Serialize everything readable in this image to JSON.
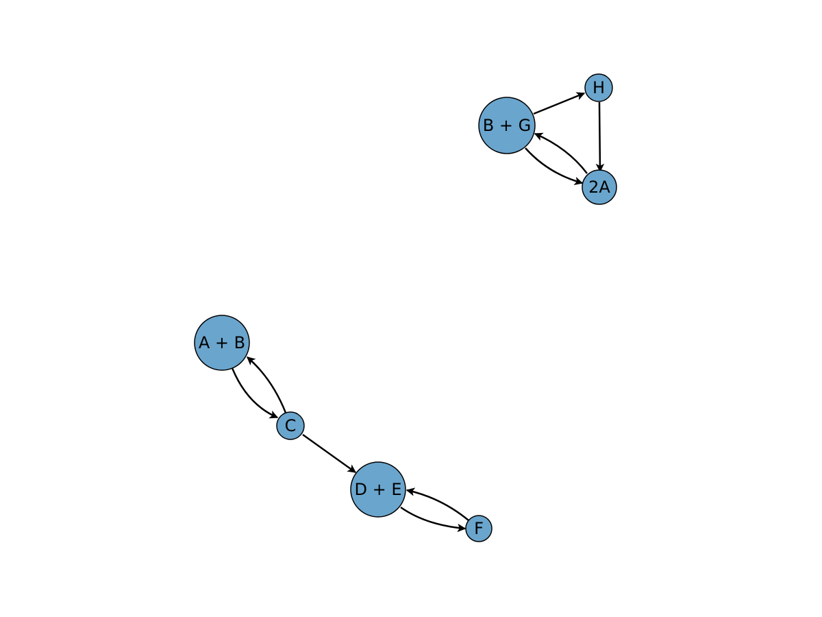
{
  "colors": {
    "node_fill": "#6aa5cd",
    "node_stroke": "#000000",
    "edge": "#000000",
    "background": "#ffffff"
  },
  "nodes": [
    {
      "id": "bg",
      "label": "B + G"
    },
    {
      "id": "h",
      "label": "H"
    },
    {
      "id": "2a",
      "label": "2A"
    },
    {
      "id": "ab",
      "label": "A + B"
    },
    {
      "id": "c",
      "label": "C"
    },
    {
      "id": "de",
      "label": "D + E"
    },
    {
      "id": "f",
      "label": "F"
    }
  ],
  "edges": [
    {
      "from": "bg",
      "to": "h"
    },
    {
      "from": "h",
      "to": "2a"
    },
    {
      "from": "bg",
      "to": "2a"
    },
    {
      "from": "2a",
      "to": "bg"
    },
    {
      "from": "ab",
      "to": "c"
    },
    {
      "from": "c",
      "to": "ab"
    },
    {
      "from": "c",
      "to": "de"
    },
    {
      "from": "de",
      "to": "f"
    },
    {
      "from": "f",
      "to": "de"
    }
  ]
}
